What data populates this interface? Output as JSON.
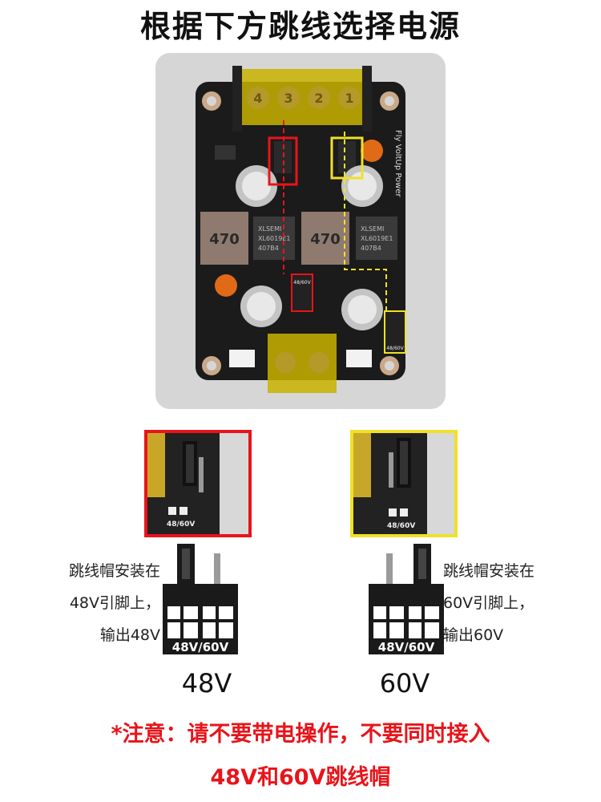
{
  "title": "根据下方跳线选择电源",
  "board": {
    "silk_brand": "Fly VoltUp Power",
    "inductor_left": "470",
    "inductor_right": "470",
    "chip_left_line1": "XLSEMI",
    "chip_left_line2": "XL6019E1",
    "chip_left_line3": "407B4",
    "chip_right_line1": "XLSEMI",
    "chip_right_line2": "XL6019E1",
    "chip_right_line3": "407B4",
    "jumper_label_center": "48/60V",
    "jumper_label_right": "48/60V",
    "terminal_top_digits": [
      "4",
      "3",
      "2",
      "1"
    ]
  },
  "closeups": {
    "left_label": "48/60V",
    "right_label": "48/60V",
    "left_border": "#e8141a",
    "right_border": "#f0e028"
  },
  "options": [
    {
      "desc_line1": "跳线帽安装在",
      "desc_line2": "48V引脚上，",
      "desc_line3": "输出48V",
      "diagram_label": "48V/60V",
      "voltage": "48V"
    },
    {
      "desc_line1": "跳线帽安装在",
      "desc_line2": "60V引脚上，",
      "desc_line3": "输出60V",
      "diagram_label": "48V/60V",
      "voltage": "60V"
    }
  ],
  "warning": {
    "line1": "*注意：请不要带电操作，不要同时接入",
    "line2": "48V和60V跳线帽"
  },
  "colors": {
    "warning": "#e8141a",
    "highlight_red": "#e8141a",
    "highlight_yellow": "#f0e028",
    "pcb": "#1b1b1b"
  }
}
